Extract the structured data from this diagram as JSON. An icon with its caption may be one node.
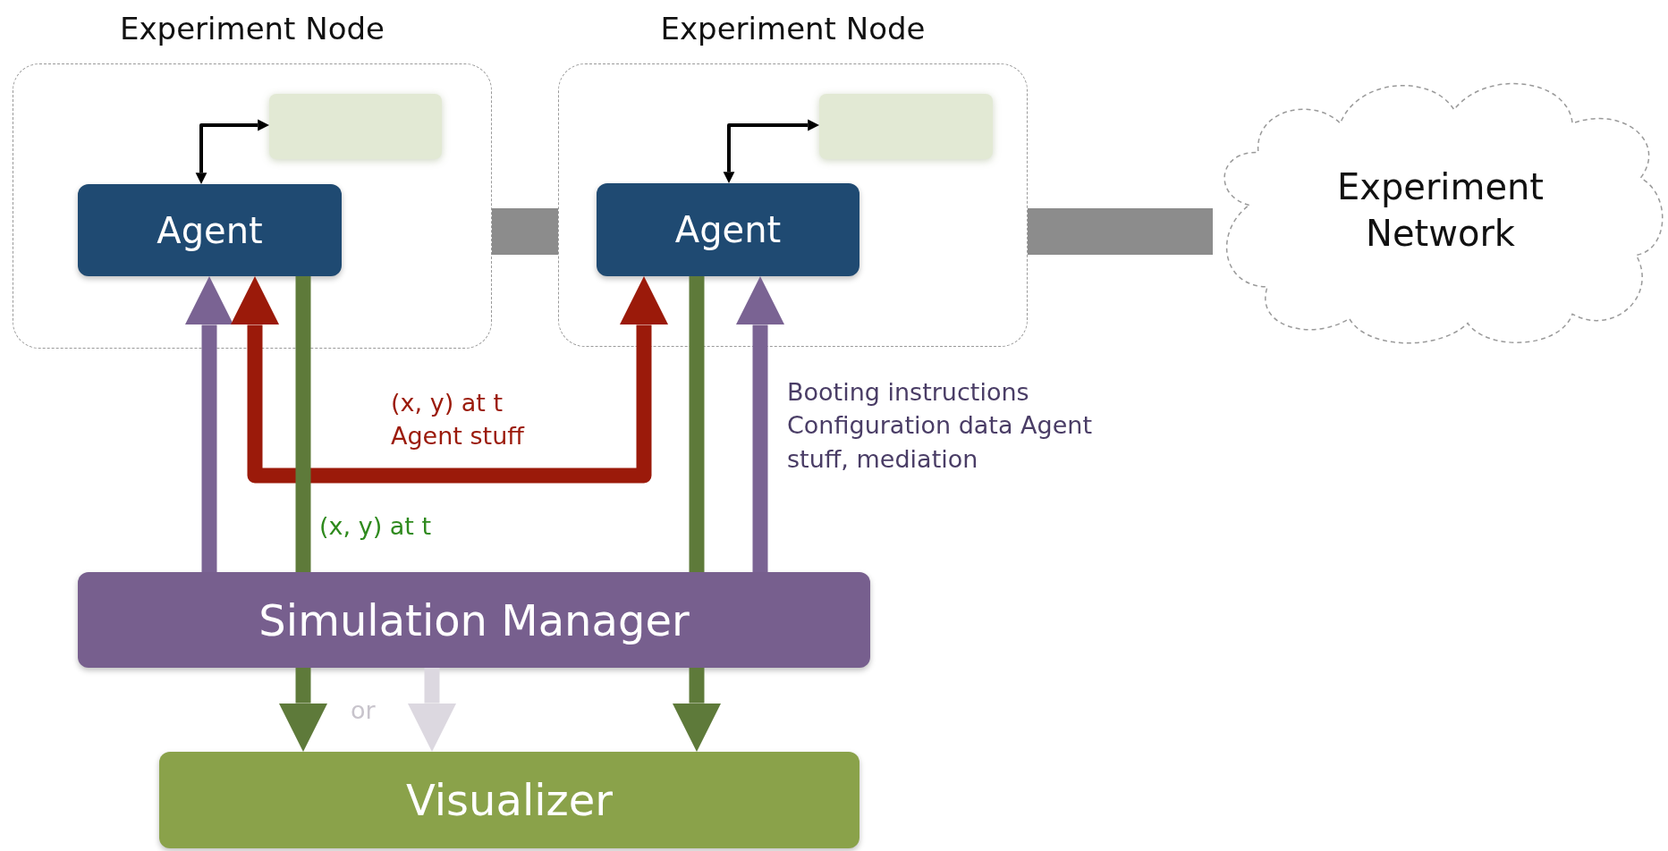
{
  "diagram": {
    "nodes": [
      {
        "text": [
          "Experiment Node"
        ]
      },
      {
        "text": [],
        "shape": "box",
        "in": 0
      },
      {
        "text": [
          "Agent"
        ],
        "in": 0
      },
      {
        "text": [
          "Experiment Node"
        ]
      },
      {
        "text": [],
        "shape": "box",
        "in": 3
      },
      {
        "text": [
          "Agent"
        ],
        "in": 3
      },
      {
        "text": [
          "Experiment Network"
        ]
      },
      {
        "text": [
          "Simulation Manager"
        ]
      },
      {
        "text": [
          "Visualizer"
        ]
      }
    ],
    "edges": [
      {
        "from": 2,
        "to": 1,
        "arrow": "both",
        "color": "#000000"
      },
      {
        "from": 5,
        "to": 4,
        "arrow": "both",
        "color": "#000000"
      },
      {
        "from": 0,
        "to": 3,
        "arrow": "none",
        "style": "thick",
        "color": "#8c8c8c"
      },
      {
        "from": 3,
        "to": 6,
        "arrow": "none",
        "style": "thick",
        "color": "#8c8c8c"
      },
      {
        "from": 7,
        "to": 2,
        "arrow": "to",
        "color": "#7a6393"
      },
      {
        "from": 2,
        "to": 5,
        "arrow": "both",
        "color": "#9b1a0a",
        "label": "(x, y) at t Agent stuff"
      },
      {
        "from": 2,
        "to": 7,
        "arrow": "none",
        "color": "#5e7a3a",
        "label": "(x, y) at t"
      },
      {
        "from": 7,
        "to": 8,
        "arrow": "to",
        "color": "#5e7a3a"
      },
      {
        "from": 7,
        "to": 8,
        "arrow": "to",
        "color": "#dcd8e0",
        "label": "or"
      },
      {
        "from": 5,
        "to": 7,
        "arrow": "none",
        "color": "#5e7a3a"
      },
      {
        "from": 7,
        "to": 5,
        "arrow": "to",
        "color": "#7a6393",
        "label": "Booting instructions Configuration data Agent stuff, mediation"
      },
      {
        "from": 7,
        "to": 8,
        "arrow": "to",
        "color": "#5e7a3a"
      }
    ]
  }
}
